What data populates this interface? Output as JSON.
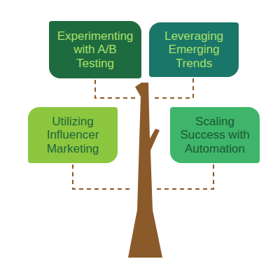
{
  "diagram": {
    "nodes": [
      {
        "text": [
          "Experimenting with A/B Testing"
        ]
      },
      {
        "text": [
          "Leveraging Emerging Trends"
        ]
      },
      {
        "text": [
          "Utilizing Influencer Marketing"
        ]
      },
      {
        "text": [
          "Scaling Success with Automation"
        ]
      }
    ]
  }
}
